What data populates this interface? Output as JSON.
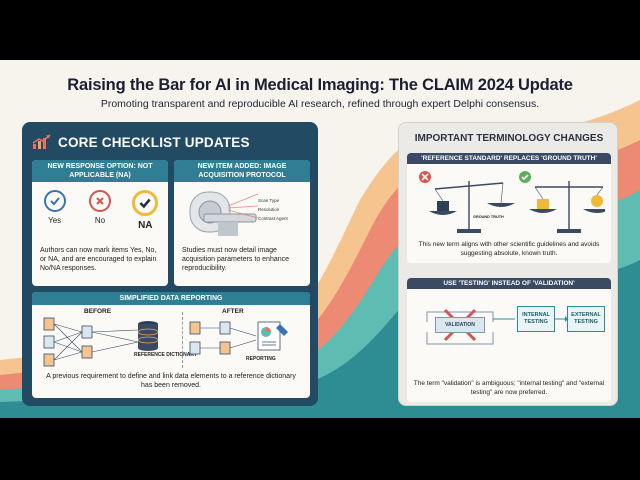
{
  "title": "Raising the Bar for AI in Medical Imaging: The CLAIM 2024 Update",
  "subtitle": "Promoting transparent and reproducible AI research, refined through expert Delphi consensus.",
  "core": {
    "heading": "CORE CHECKLIST UPDATES",
    "card1": {
      "header": "NEW RESPONSE OPTION: NOT APPLICABLE (NA)",
      "options": [
        "Yes",
        "No",
        "NA"
      ],
      "text": "Authors can now mark items Yes, No, or NA, and are encouraged to explain No/NA responses."
    },
    "card2": {
      "header": "NEW ITEM ADDED: IMAGE ACQUISITION PROTOCOL",
      "scan_labels": [
        "Scan Type",
        "Resolution",
        "Contrast Agent"
      ],
      "text": "Studies must now detail image acquisition parameters to enhance reproducibility."
    },
    "card3": {
      "header": "SIMPLIFIED DATA REPORTING",
      "before": "BEFORE",
      "after": "AFTER",
      "ref_dict": "REFERENCE DICTIONARY",
      "reporting": "REPORTING",
      "text": "A previous requirement to define and link data elements to a reference dictionary has been removed."
    }
  },
  "terms": {
    "heading": "IMPORTANT TERMINOLOGY CHANGES",
    "card1": {
      "header": "'REFERENCE STANDARD' REPLACES 'GROUND TRUTH'",
      "gt_label": "GROUND TRUTH",
      "text": "This new term aligns with other scientific guidelines and avoids suggesting absolute, known truth."
    },
    "card2": {
      "header": "USE 'TESTING' INSTEAD OF 'VALIDATION'",
      "validation": "VALIDATION",
      "internal": "INTERNAL TESTING",
      "external": "EXTERNAL TESTING",
      "text": "The term \"validation\" is ambiguous; \"internal testing\" and \"external testing\" are now preferred."
    }
  },
  "colors": {
    "panel_dark": "#234a63",
    "teal": "#2f7e93",
    "orange_wave": "#f0a657",
    "coral_wave": "#e8716a",
    "teal_wave": "#5bb8b0",
    "check_blue": "#3a72b6",
    "cross_red": "#d9534f",
    "na_yellow": "#f0b93a"
  },
  "icons": [
    "trend-chart-icon",
    "check-icon",
    "cross-icon",
    "mri-scanner-icon",
    "document-icon",
    "database-icon",
    "report-icon",
    "scale-icon",
    "flow-icon"
  ]
}
